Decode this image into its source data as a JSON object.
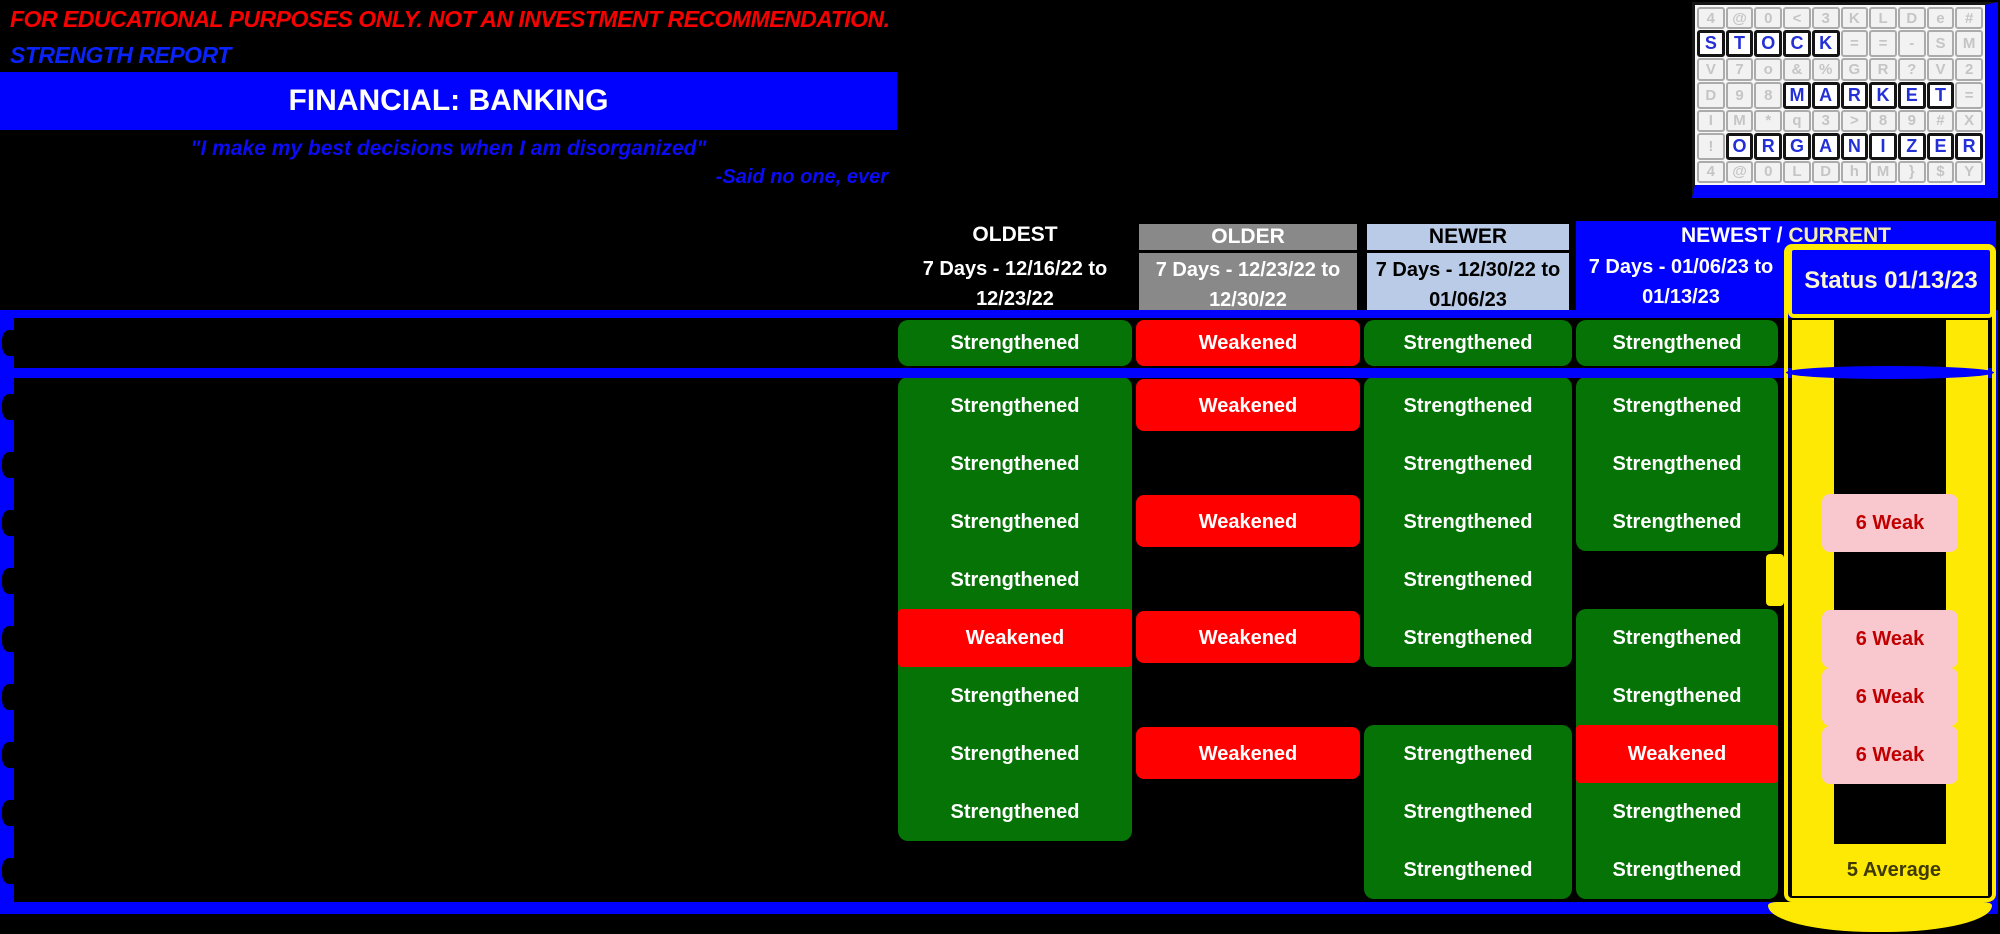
{
  "page": {
    "disclaimer": "FOR EDUCATIONAL PURPOSES ONLY. NOT AN INVESTMENT RECOMMENDATION.",
    "report_type": "STRENGTH REPORT",
    "sector_banner": "FINANCIAL: BANKING",
    "quote": "\"I make my best decisions when I am disorganized\"",
    "quote_attribution": "-Said no one, ever"
  },
  "logo": {
    "faded_grid": [
      [
        "4",
        "@",
        "0",
        "<",
        "3",
        "K",
        "L",
        "D",
        "e",
        "#"
      ],
      [
        "",
        "",
        "",
        "",
        "",
        "=",
        "=",
        "-",
        "S",
        "M"
      ],
      [
        "V",
        "7",
        "o",
        "&",
        "%",
        "G",
        "R",
        "?",
        "V",
        "2"
      ],
      [
        "D",
        "9",
        "8",
        "",
        "",
        "",
        "",
        "",
        "",
        "="
      ],
      [
        "I",
        "M",
        "*",
        "q",
        "3",
        ">",
        "8",
        "9",
        "#",
        "X"
      ],
      [
        "!",
        "",
        "",
        "",
        "",
        "",
        "",
        "",
        "",
        ""
      ],
      [
        "4",
        "@",
        "0",
        "L",
        "D",
        "h",
        "M",
        "}",
        "$",
        "Y"
      ]
    ],
    "words": [
      {
        "text": "STOCK",
        "row": 1,
        "col": 0
      },
      {
        "text": "MARKET",
        "row": 3,
        "col": 3
      },
      {
        "text": "ORGANIZER",
        "row": 5,
        "col": 1
      }
    ]
  },
  "table": {
    "columns": [
      {
        "id": "oldest",
        "label": "OLDEST",
        "date_range": "7 Days - 12/16/22 to 12/23/22"
      },
      {
        "id": "older",
        "label": "OLDER",
        "date_range": "7 Days - 12/23/22 to 12/30/22"
      },
      {
        "id": "newer",
        "label": "NEWER",
        "date_range": "7 Days - 12/30/22 to 01/06/23"
      },
      {
        "id": "newest",
        "label_parts": [
          "NEWEST /",
          "CURRENT"
        ],
        "date_range": "7 Days - 01/06/23 to 01/13/23"
      }
    ],
    "status_header": "Status 01/13/23",
    "value_labels": {
      "S": "Strengthened",
      "W": "Weakened"
    },
    "summary_row": {
      "oldest": "S",
      "older": "W",
      "newer": "S",
      "newest": "S",
      "status": ""
    },
    "rows": [
      {
        "oldest": "S",
        "older": "W",
        "newer": "S",
        "newest": "S",
        "status": ""
      },
      {
        "oldest": "S",
        "older": "",
        "newer": "S",
        "newest": "S",
        "status": ""
      },
      {
        "oldest": "S",
        "older": "W",
        "newer": "S",
        "newest": "S",
        "status": "6 Weak"
      },
      {
        "oldest": "S",
        "older": "",
        "newer": "S",
        "newest": "",
        "status": "",
        "newest_marker": true
      },
      {
        "oldest": "W",
        "older": "W",
        "newer": "S",
        "newest": "S",
        "status": "6 Weak"
      },
      {
        "oldest": "S",
        "older": "",
        "newer": "",
        "newest": "S",
        "status": "6 Weak"
      },
      {
        "oldest": "S",
        "older": "W",
        "newer": "S",
        "newest": "W",
        "status": "6 Weak"
      },
      {
        "oldest": "S",
        "older": "",
        "newer": "S",
        "newest": "S",
        "status": ""
      },
      {
        "oldest": "",
        "older": "",
        "newer": "S",
        "newest": "S",
        "status": "5 Average"
      }
    ]
  },
  "colors": {
    "blue": "#0101fe",
    "green": "#057305",
    "red": "#fe0000",
    "gray": "#898989",
    "light_blue": "#b9cbe6",
    "yellow": "#fde903",
    "pink": "#f9c8cf",
    "pink_text": "#c00000",
    "disclaimer_red": "#f60000",
    "accent_blue_text": "#0b0cf5"
  }
}
